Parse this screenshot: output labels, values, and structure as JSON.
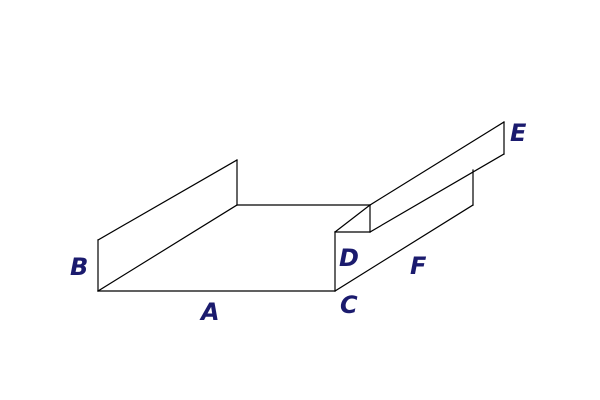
{
  "diagram": {
    "labels": {
      "a": "A",
      "b": "B",
      "c": "C",
      "d": "D",
      "e": "E",
      "f": "F"
    }
  },
  "colors": {
    "label": "#1b1b6e",
    "line": "#000000",
    "background": "#ffffff"
  }
}
